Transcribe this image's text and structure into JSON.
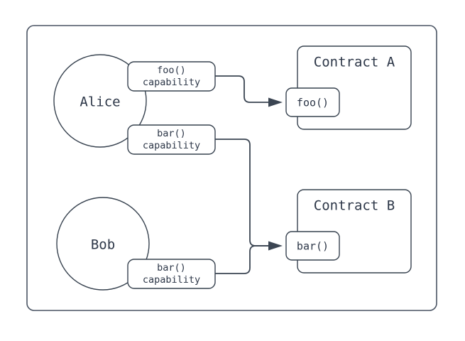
{
  "diagram": {
    "title_present": false,
    "colors": {
      "stroke": "#37424f",
      "frame_stroke": "#4a5463",
      "edge": "#3b4552",
      "text": "#2d3748",
      "background": "#ffffff"
    },
    "actors": [
      {
        "id": "alice",
        "label": "Alice"
      },
      {
        "id": "bob",
        "label": "Bob"
      }
    ],
    "capabilities": [
      {
        "id": "alice-foo-cap",
        "line1": "foo()",
        "line2": "capability",
        "owner": "Alice"
      },
      {
        "id": "alice-bar-cap",
        "line1": "bar()",
        "line2": "capability",
        "owner": "Alice"
      },
      {
        "id": "bob-bar-cap",
        "line1": "bar()",
        "line2": "capability",
        "owner": "Bob"
      }
    ],
    "contracts": [
      {
        "id": "contract-a",
        "label": "Contract A",
        "methods": [
          {
            "id": "method-foo",
            "label": "foo()"
          }
        ]
      },
      {
        "id": "contract-b",
        "label": "Contract B",
        "methods": [
          {
            "id": "method-bar",
            "label": "bar()"
          }
        ]
      }
    ],
    "edges": [
      {
        "from": "alice-foo-cap",
        "to": "method-foo"
      },
      {
        "from": "alice-bar-cap",
        "to": "method-bar"
      },
      {
        "from": "bob-bar-cap",
        "to": "method-bar"
      }
    ]
  }
}
